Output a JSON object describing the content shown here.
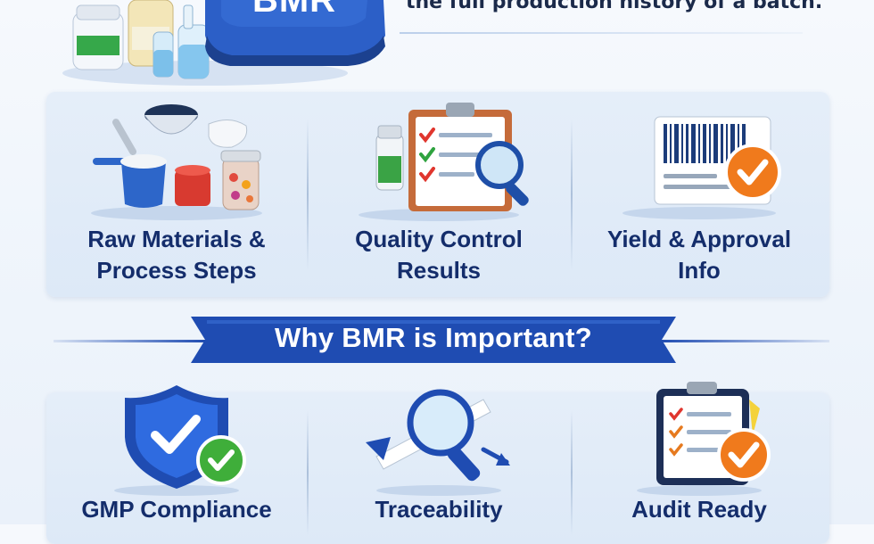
{
  "hero": {
    "logo_text": "BMR",
    "tagline": "the full production history of a batch."
  },
  "contents": {
    "items": [
      {
        "label_line1": "Raw Materials &",
        "label_line2": "Process Steps",
        "icon": "raw-materials-icon"
      },
      {
        "label_line1": "Quality Control",
        "label_line2": "Results",
        "icon": "qc-clipboard-icon"
      },
      {
        "label_line1": "Yield & Approval",
        "label_line2": "Info",
        "icon": "barcode-approval-icon"
      }
    ]
  },
  "importance": {
    "title": "Why BMR is Important?",
    "items": [
      {
        "label": "GMP Compliance",
        "icon": "shield-check-icon"
      },
      {
        "label": "Traceability",
        "icon": "magnifier-icon"
      },
      {
        "label": "Audit Ready",
        "icon": "tablet-checklist-icon"
      }
    ]
  },
  "colors": {
    "brand_blue": "#1f4cb2",
    "label_navy": "#142d6b",
    "check_orange": "#f07a1c",
    "check_green": "#3fae3a"
  }
}
